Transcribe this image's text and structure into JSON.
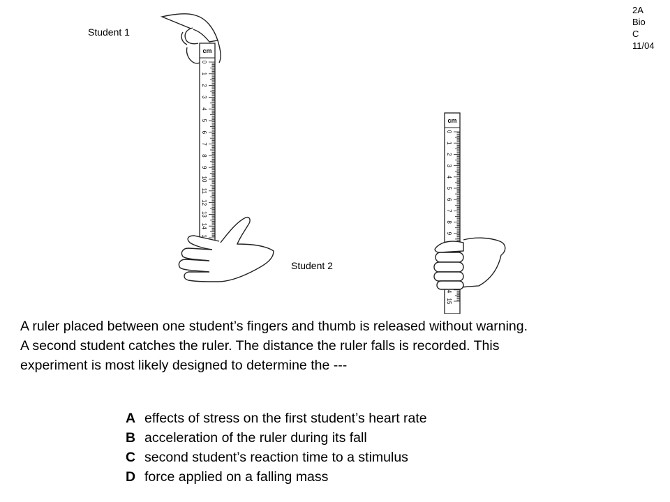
{
  "corner_tag": [
    "2A",
    "Bio",
    "C",
    "11/04"
  ],
  "figure": {
    "student1_label": "Student 1",
    "student2_label": "Student 2",
    "ruler_unit": "cm",
    "ruler_numbers": [
      "0",
      "1",
      "2",
      "3",
      "4",
      "5",
      "6",
      "7",
      "8",
      "9",
      "10",
      "11",
      "12",
      "13",
      "14",
      "15"
    ]
  },
  "question": {
    "lines": [
      "A ruler placed between one student’s fingers and thumb is released without warning.",
      "A second student catches the ruler.  The distance the ruler falls is recorded.  This",
      "experiment is most likely designed to determine the ---"
    ]
  },
  "choices": [
    {
      "letter": "A",
      "text": "effects of stress on the first student’s heart rate"
    },
    {
      "letter": "B",
      "text": "acceleration of the ruler during its fall"
    },
    {
      "letter": "C",
      "text": "second student’s reaction time to a stimulus"
    },
    {
      "letter": "D",
      "text": "force applied on a falling mass"
    }
  ]
}
